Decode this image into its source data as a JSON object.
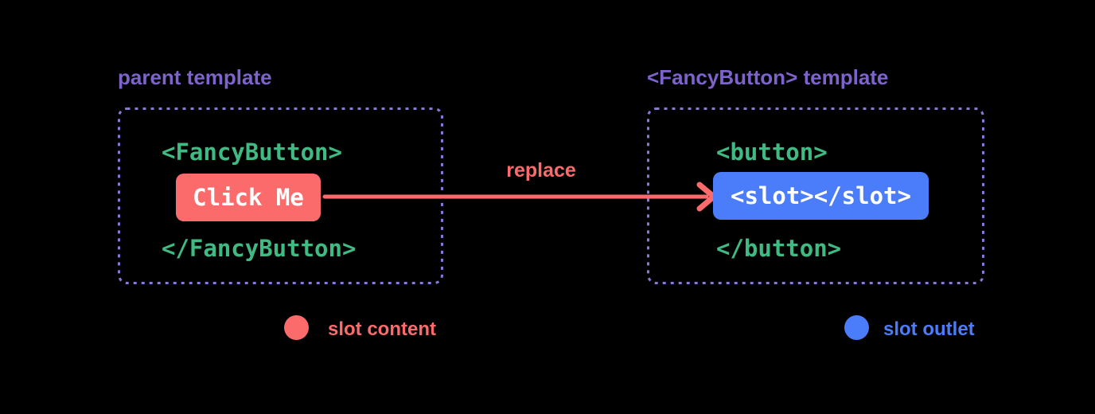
{
  "parent_panel": {
    "title": "parent template",
    "code_open": "<FancyButton>",
    "button_label": "Click Me",
    "code_close": "</FancyButton>"
  },
  "arrow": {
    "label": "replace"
  },
  "fancy_panel": {
    "title": "<FancyButton> template",
    "code_open": "<button>",
    "button_label": "<slot></slot>",
    "code_close": "</button>"
  },
  "legend": {
    "slot_content": "slot content",
    "slot_outlet": "slot outlet"
  },
  "colors": {
    "background": "#000000",
    "red": "#fb6b6b",
    "blue": "#4b7cf9",
    "green": "#3fba83",
    "purple_title": "#7d63cb",
    "purple_border": "#8779d7"
  }
}
